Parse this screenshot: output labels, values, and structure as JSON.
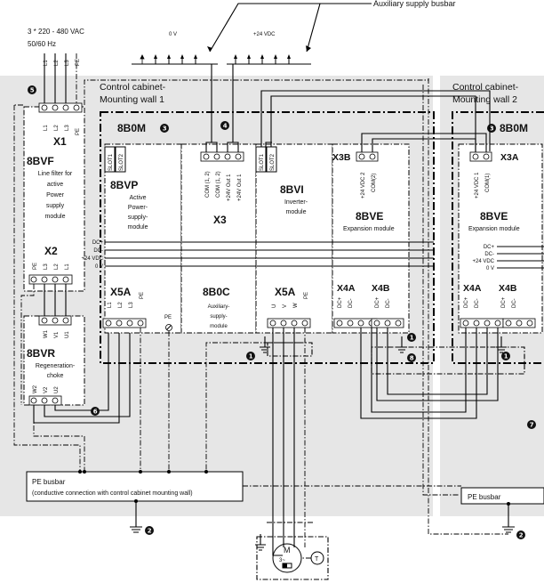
{
  "title": "Auxiliary supply busbar",
  "supply": {
    "voltage": "3 * 220 - 480 VAC",
    "frequency": "50/60 Hz"
  },
  "busbar_labels": {
    "zero_v": "0 V",
    "plus24": "+24 VDC"
  },
  "walls": {
    "wall1": [
      "Control cabinet-",
      "Mounting wall 1"
    ],
    "wall2": [
      "Control cabinet-",
      "Mounting wall 2"
    ]
  },
  "modules": {
    "b0m_1": "8B0M",
    "b0m_2": "8B0M",
    "bvf": {
      "name": "8BVF",
      "desc": [
        "Line filter for",
        "active",
        "Power",
        "supply",
        "module"
      ],
      "x1": "X1",
      "x2": "X2"
    },
    "bvr": {
      "name": "8BVR",
      "desc": [
        "Regeneration-",
        "choke"
      ]
    },
    "bvp": {
      "name": "8BVP",
      "desc": [
        "Active",
        "Power-",
        "supply-",
        "module"
      ],
      "x5a": "X5A"
    },
    "b0c": {
      "name": "8B0C",
      "desc": [
        "Auxiliary-",
        "supply-",
        "module"
      ],
      "x3": "X3"
    },
    "bvi": {
      "name": "8BVI",
      "desc": [
        "Inverter-",
        "module"
      ],
      "x5a": "X5A"
    },
    "bve1": {
      "name": "8BVE",
      "desc": "Expansion module",
      "x3b": "X3B",
      "x4a": "X4A",
      "x4b": "X4B"
    },
    "bve2": {
      "name": "8BVE",
      "desc": "Expansion module",
      "x3a": "X3A",
      "x4a": "X4A",
      "x4b": "X4B"
    }
  },
  "dc_bus": [
    "DC+",
    "DC-",
    "+24 VDC",
    "0 V"
  ],
  "slots": [
    "SLOT1",
    "SLOT2"
  ],
  "terminals": {
    "x1": [
      "L1",
      "L2",
      "L3",
      "PE"
    ],
    "x2": [
      "PE",
      "L3",
      "L2",
      "L1"
    ],
    "bvr_top": [
      "W1",
      "V1",
      "U1"
    ],
    "bvr_bot": [
      "W2",
      "V2",
      "U2"
    ],
    "x5a_bvp": [
      "L1",
      "L2",
      "L3",
      "PE"
    ],
    "x3_b0c": [
      "COM (1, 2)",
      "COM (1, 2)",
      "+24V Out 1",
      "+24V Out 1"
    ],
    "x5a_bvi": [
      "U",
      "V",
      "W",
      "PE"
    ],
    "x3b": [
      "+24 VDC 2",
      "COM(2)"
    ],
    "x3a": [
      "+24 VDC 1",
      "COM(1)"
    ],
    "x4": [
      "DC+",
      "DC-",
      "DC+",
      "DC-"
    ],
    "pe_small": "PE"
  },
  "pe_busbar": {
    "label": "PE busbar",
    "note": "(conductive connection with control cabinet mounting wall)",
    "label2": "PE busbar"
  },
  "motor": {
    "m": "M",
    "phase": "3~",
    "t": "T"
  },
  "badges": [
    "1",
    "2",
    "3",
    "4",
    "5",
    "6",
    "7",
    "8"
  ]
}
